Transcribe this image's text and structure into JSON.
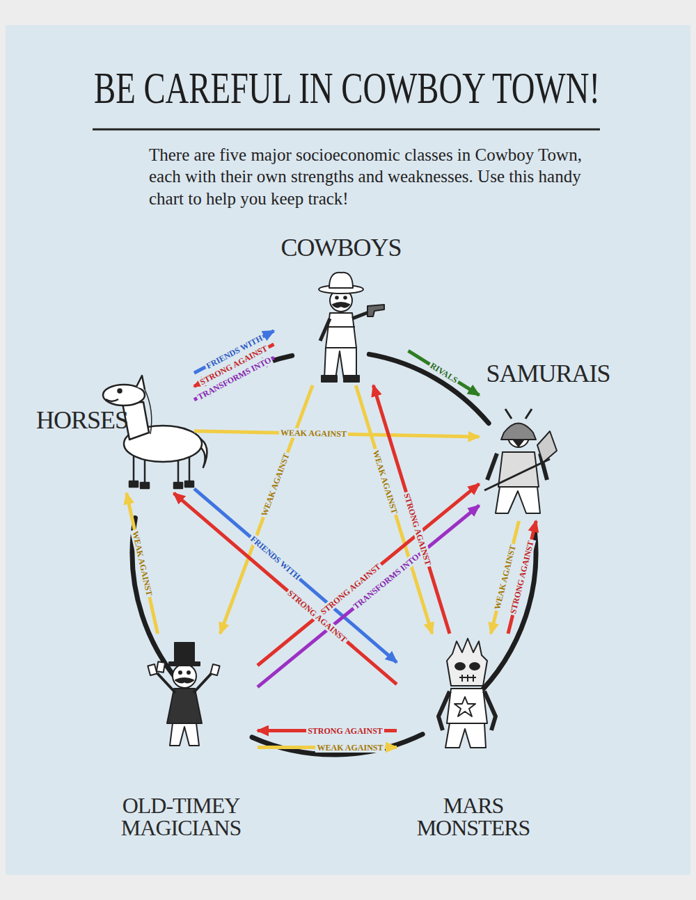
{
  "diagram": {
    "title": "BE CAREFUL IN COWBOY TOWN!",
    "caption": "There are five major socioeconomic classes in Cowboy Town, each with their own strengths and weaknesses. Use this handy chart to help you keep track!",
    "nodes": [
      {
        "text": [
          "COWBOYS"
        ]
      },
      {
        "text": [
          "SAMURAIS"
        ]
      },
      {
        "text": [
          "HORSES"
        ]
      },
      {
        "text": [
          "OLD-TIMEY MAGICIANS"
        ]
      },
      {
        "text": [
          "MARS MONSTERS"
        ]
      }
    ],
    "edges": [
      {
        "from": 2,
        "to": 0,
        "label": "TRANSFORMS INTO",
        "arrow": "to"
      },
      {
        "from": 0,
        "to": 2,
        "label": "STRONG AGAINST",
        "arrow": "to"
      },
      {
        "from": 2,
        "to": 0,
        "label": "FRIENDS WITH",
        "arrow": "to"
      },
      {
        "from": 0,
        "to": 1,
        "label": "RIVALS",
        "arrow": "to"
      },
      {
        "from": 2,
        "to": 1,
        "label": "WEAK AGAINST",
        "arrow": "to"
      },
      {
        "from": 0,
        "to": 3,
        "label": "WEAK AGAINST",
        "arrow": "to"
      },
      {
        "from": 4,
        "to": 0,
        "label": "STRONG AGAINST",
        "arrow": "to"
      },
      {
        "from": 0,
        "to": 4,
        "label": "WEAK AGAINST",
        "arrow": "to"
      },
      {
        "from": 3,
        "to": 2,
        "label": "WEAK AGAINST",
        "arrow": "to"
      },
      {
        "from": 2,
        "to": 4,
        "label": "FRIENDS WITH",
        "arrow": "to"
      },
      {
        "from": 4,
        "to": 2,
        "label": "STRONG AGAINST",
        "arrow": "to"
      },
      {
        "from": 3,
        "to": 1,
        "label": "TRANSFORMS INTO",
        "arrow": "to"
      },
      {
        "from": 3,
        "to": 1,
        "label": "STRONG AGAINST",
        "arrow": "to"
      },
      {
        "from": 4,
        "to": 1,
        "label": "STRONG AGAINST",
        "arrow": "to"
      },
      {
        "from": 1,
        "to": 4,
        "label": "WEAK AGAINST",
        "arrow": "to"
      },
      {
        "from": 4,
        "to": 3,
        "label": "STRONG AGAINST",
        "arrow": "to"
      },
      {
        "from": 3,
        "to": 4,
        "label": "WEAK AGAINST",
        "arrow": "to"
      }
    ]
  }
}
